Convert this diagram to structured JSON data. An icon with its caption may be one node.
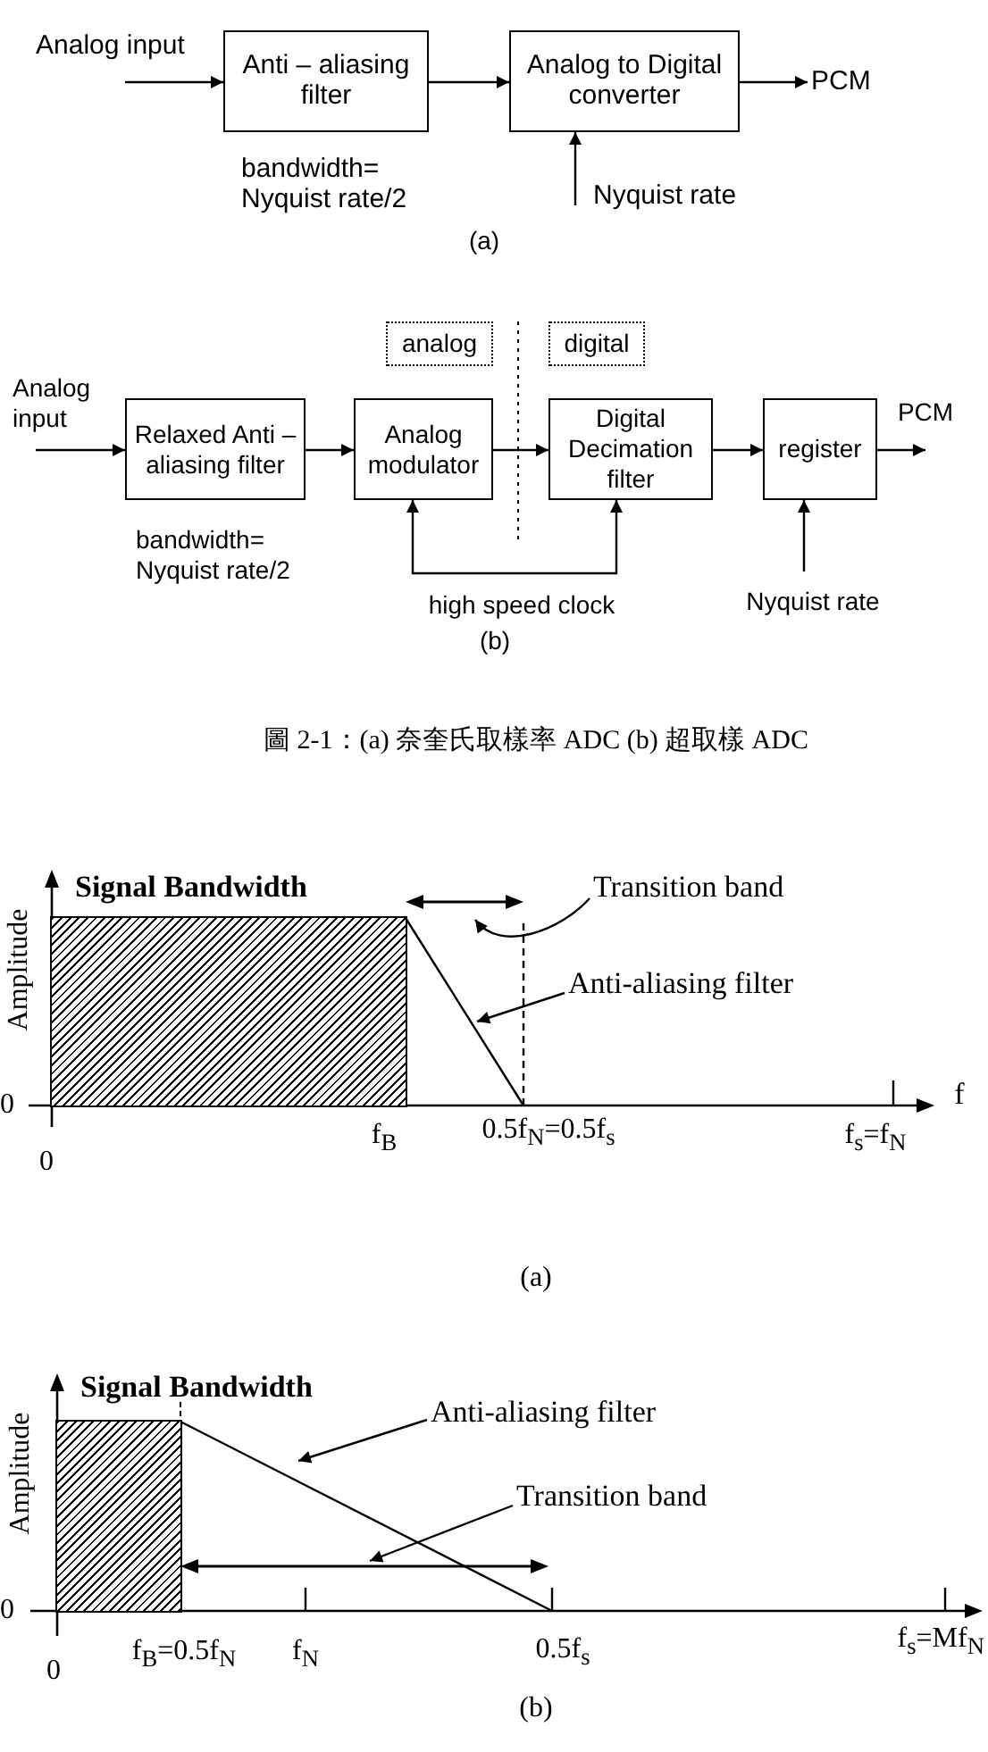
{
  "diagram": {
    "caption": "圖 2-1：(a) 奈奎氏取樣率 ADC (b) 超取樣 ADC",
    "nodes": [
      {
        "text": [
          "Anti – aliasing filter"
        ],
        "beside": [
          "bandwidth= Nyquist rate/2"
        ]
      },
      {
        "text": [
          "Analog to Digital converter"
        ]
      },
      {
        "text": [
          "PCM"
        ]
      },
      {
        "text": [
          "analog"
        ]
      },
      {
        "text": [
          "digital"
        ]
      },
      {
        "text": [
          "Relaxed Anti – aliasing filter"
        ],
        "beside": [
          "bandwidth= Nyquist rate/2"
        ]
      },
      {
        "text": [
          "Analog modulator"
        ]
      },
      {
        "text": [
          "Digital Decimation filter"
        ]
      },
      {
        "text": [
          "register"
        ]
      },
      {
        "text": [],
        "shape": "box",
        "beside": [
          "Signal Bandwidth"
        ]
      },
      {
        "text": [
          "Transition band"
        ]
      },
      {
        "text": [
          "Anti-aliasing filter"
        ]
      },
      {
        "text": [],
        "shape": "box",
        "beside": [
          "Signal Bandwidth"
        ]
      },
      {
        "text": [
          "Anti-aliasing filter"
        ]
      },
      {
        "text": [
          "Transition band"
        ]
      }
    ],
    "edges": [
      {
        "from": null,
        "to": 0,
        "arrow": "to",
        "label": "Analog input"
      },
      {
        "from": 0,
        "to": 1,
        "arrow": "to"
      },
      {
        "from": 1,
        "to": 2,
        "arrow": "to"
      },
      {
        "from": null,
        "to": 1,
        "arrow": "to",
        "label": "Nyquist rate"
      },
      {
        "from": null,
        "to": 5,
        "arrow": "to",
        "label": "Analog input"
      },
      {
        "from": 5,
        "to": 6,
        "arrow": "to"
      },
      {
        "from": 6,
        "to": 7,
        "arrow": "to"
      },
      {
        "from": 7,
        "to": 8,
        "arrow": "to"
      },
      {
        "from": 8,
        "to": null,
        "arrow": "to",
        "label": "PCM"
      },
      {
        "from": 6,
        "to": 7,
        "arrow": "both",
        "label": "high speed clock"
      },
      {
        "from": null,
        "to": 8,
        "arrow": "to",
        "label": "Nyquist rate"
      },
      {
        "from": 10,
        "to": null,
        "arrow": "to"
      },
      {
        "from": 11,
        "to": null,
        "arrow": "to"
      },
      {
        "from": 13,
        "to": null,
        "arrow": "to"
      },
      {
        "from": 14,
        "to": null,
        "arrow": "to"
      }
    ],
    "labels": [
      "(a)",
      "(b)",
      "Amplitude",
      "0",
      "f",
      "f$_{B}$",
      "0.5f$_{N}$=0.5f$_{s}$",
      "f$_{s}$=f$_{N}$",
      "0",
      "(a)",
      "Amplitude",
      "0",
      "f$_{B}$=0.5f$_{N}$",
      "f$_{N}$",
      "0.5f$_{s}$",
      "f$_{s}$=Mf$_{N}$",
      "0",
      "(b)"
    ]
  }
}
